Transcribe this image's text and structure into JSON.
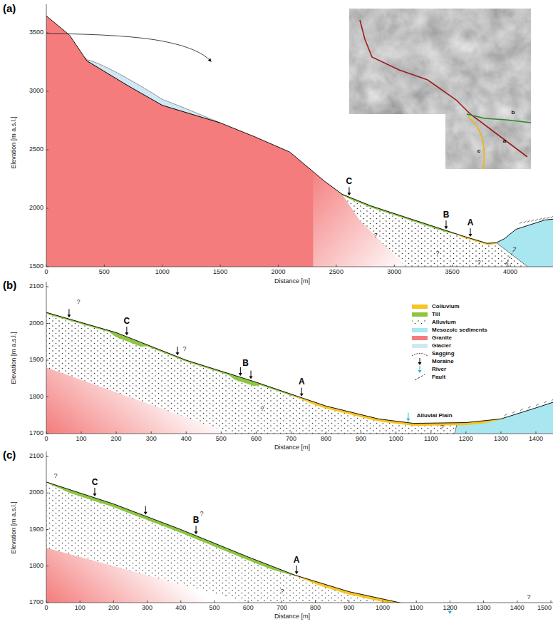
{
  "diagram": {
    "labels": [
      "(a)",
      "1500",
      "2000",
      "2500",
      "3000",
      "3500",
      "0",
      "500",
      "1000",
      "1500",
      "2000",
      "2500",
      "3000",
      "3500",
      "4000",
      "Elevation [m a.s.l.]",
      "Distance [m]",
      "C",
      "B",
      "A",
      "?",
      "?",
      "?",
      "?",
      "?",
      "(b)",
      "1700",
      "1800",
      "1900",
      "2000",
      "2100",
      "0",
      "100",
      "200",
      "300",
      "400",
      "500",
      "600",
      "700",
      "800",
      "900",
      "1000",
      "1100",
      "1200",
      "1300",
      "1400",
      "Elevation [m a.s.l.]",
      "Distance [m]",
      "C",
      "B",
      "A",
      "?",
      "?",
      "?",
      "?",
      "Alluvial Plain",
      "(c)",
      "1700",
      "1800",
      "1900",
      "2000",
      "2100",
      "0",
      "100",
      "200",
      "300",
      "400",
      "500",
      "600",
      "700",
      "800",
      "900",
      "1000",
      "1100",
      "1200",
      "1300",
      "1400",
      "1500",
      "Elevation [m a.s.l.]",
      "Distance [m]",
      "C",
      "B",
      "A",
      "?",
      "?",
      "?",
      "?",
      "a",
      "b",
      "c"
    ],
    "legend": [
      {
        "text": "Colluvium",
        "color": "#f7c520"
      },
      {
        "text": "Till",
        "color": "#8dc63f"
      },
      {
        "text": "Alluvium"
      },
      {
        "text": "Mesozoic sediments",
        "color": "#a8e6f0"
      },
      {
        "text": "Granite",
        "color": "#f47c7c"
      },
      {
        "text": "Glacier",
        "color": "#cfe8f3"
      },
      {
        "text": "Sagging"
      },
      {
        "text": "Moraine"
      },
      {
        "text": "River"
      },
      {
        "text": "Fault"
      }
    ]
  }
}
